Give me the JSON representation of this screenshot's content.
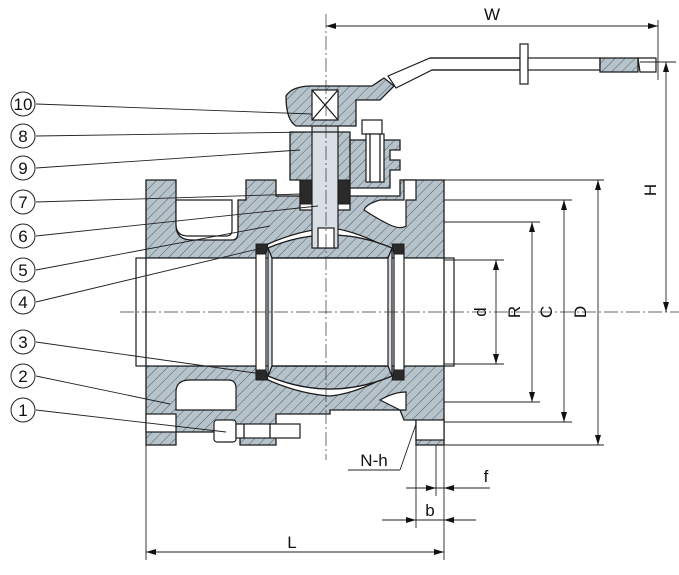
{
  "diagram": {
    "part_numbers": [
      "10",
      "8",
      "9",
      "7",
      "6",
      "5",
      "4",
      "3",
      "2",
      "1"
    ],
    "dimensions": {
      "W": "W",
      "H": "H",
      "d": "d",
      "R": "R",
      "C": "C",
      "D": "D",
      "N_h": "N-h",
      "f": "f",
      "b": "b",
      "L": "L"
    }
  }
}
